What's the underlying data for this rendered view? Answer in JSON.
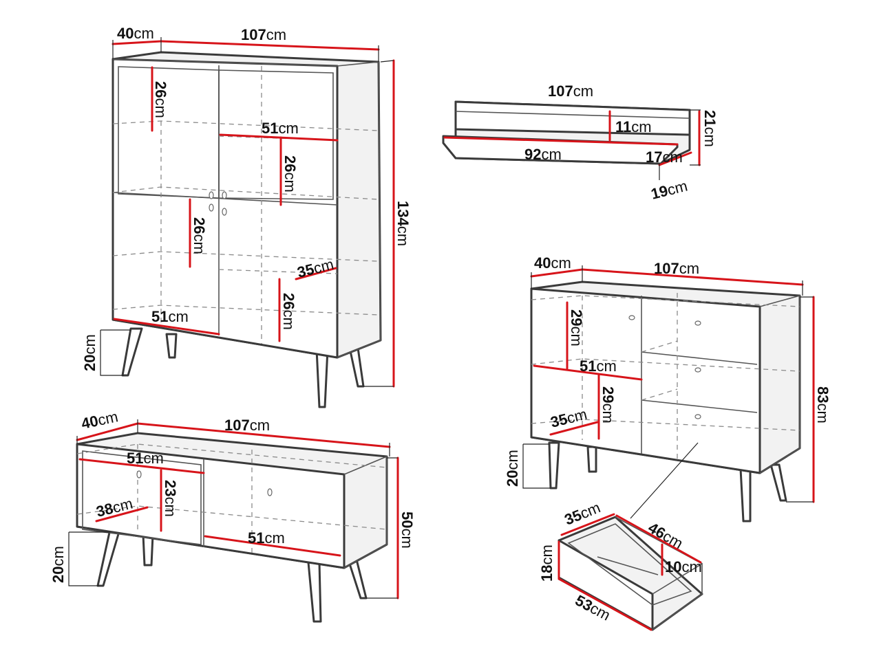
{
  "colors": {
    "dimension_line": "#d7141a",
    "outline": "#3a3a3a",
    "dashed": "#8a8a8a",
    "background": "#ffffff"
  },
  "unit": "cm",
  "dimensions": {
    "highboard_depth": "40",
    "highboard_width": "107",
    "highboard_shelf_1": "26",
    "highboard_inner_width_top": "51",
    "highboard_shelf_2": "26",
    "highboard_shelf_3": "26",
    "highboard_inner_depth": "35",
    "highboard_shelf_4": "26",
    "highboard_inner_width_bottom": "51",
    "highboard_height": "134",
    "highboard_leg_height": "20",
    "wallshelf_width": "107",
    "wallshelf_inner_height": "11",
    "wallshelf_height": "21",
    "wallshelf_inner_width": "92",
    "wallshelf_inner_depth": "17",
    "wallshelf_depth": "19",
    "sideboard_depth": "40",
    "sideboard_width": "107",
    "sideboard_shelf_1": "29",
    "sideboard_inner_width": "51",
    "sideboard_shelf_2": "29",
    "sideboard_inner_depth": "35",
    "sideboard_height": "83",
    "sideboard_leg_height": "20",
    "drawer_depth_outer": "35",
    "drawer_width_outer": "46",
    "drawer_height_outer": "18",
    "drawer_height_inner": "10",
    "drawer_width_bottom": "53",
    "tvstand_depth": "40",
    "tvstand_width": "107",
    "tvstand_inner_width_top": "51",
    "tvstand_inner_height": "23",
    "tvstand_inner_depth": "38",
    "tvstand_inner_width_bottom": "51",
    "tvstand_height": "50",
    "tvstand_leg_height": "20"
  }
}
